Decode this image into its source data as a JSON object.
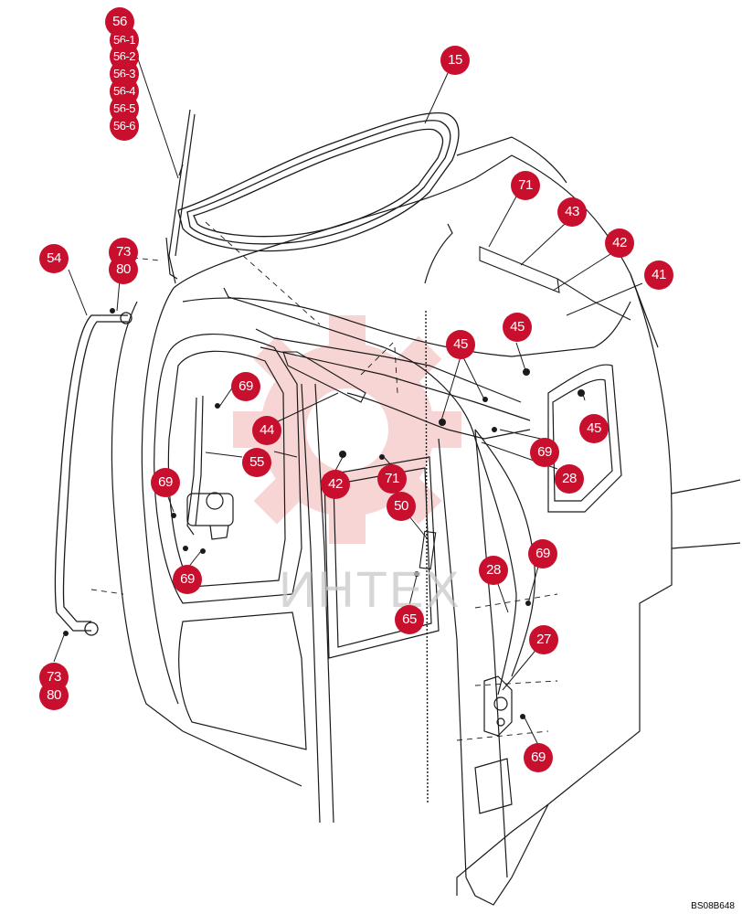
{
  "watermark_text": "ИНТЕХ",
  "drawing_code": "BS08B648",
  "colors": {
    "callout": "#c8102e",
    "line": "#1a1a1a",
    "watermark": "#f2a0a0"
  },
  "callouts": [
    {
      "id": "c56",
      "label": "56"
    },
    {
      "id": "c56-1",
      "label": "56-1"
    },
    {
      "id": "c56-2",
      "label": "56-2"
    },
    {
      "id": "c56-3",
      "label": "56-3"
    },
    {
      "id": "c56-4",
      "label": "56-4"
    },
    {
      "id": "c56-5",
      "label": "56-5"
    },
    {
      "id": "c56-6",
      "label": "56-6"
    },
    {
      "id": "c15",
      "label": "15"
    },
    {
      "id": "c71a",
      "label": "71"
    },
    {
      "id": "c43",
      "label": "43"
    },
    {
      "id": "c42a",
      "label": "42"
    },
    {
      "id": "c41",
      "label": "41"
    },
    {
      "id": "c54",
      "label": "54"
    },
    {
      "id": "c73a",
      "label": "73"
    },
    {
      "id": "c80a",
      "label": "80"
    },
    {
      "id": "c45a",
      "label": "45"
    },
    {
      "id": "c45b",
      "label": "45"
    },
    {
      "id": "c45c",
      "label": "45"
    },
    {
      "id": "c69a",
      "label": "69"
    },
    {
      "id": "c44",
      "label": "44"
    },
    {
      "id": "c55",
      "label": "55"
    },
    {
      "id": "c69b",
      "label": "69"
    },
    {
      "id": "c42b",
      "label": "42"
    },
    {
      "id": "c71b",
      "label": "71"
    },
    {
      "id": "c69c",
      "label": "69"
    },
    {
      "id": "c28a",
      "label": "28"
    },
    {
      "id": "c50",
      "label": "50"
    },
    {
      "id": "c69d",
      "label": "69"
    },
    {
      "id": "c28b",
      "label": "28"
    },
    {
      "id": "c69e",
      "label": "69"
    },
    {
      "id": "c65",
      "label": "65"
    },
    {
      "id": "c27",
      "label": "27"
    },
    {
      "id": "c73b",
      "label": "73"
    },
    {
      "id": "c80b",
      "label": "80"
    },
    {
      "id": "c69f",
      "label": "69"
    }
  ]
}
